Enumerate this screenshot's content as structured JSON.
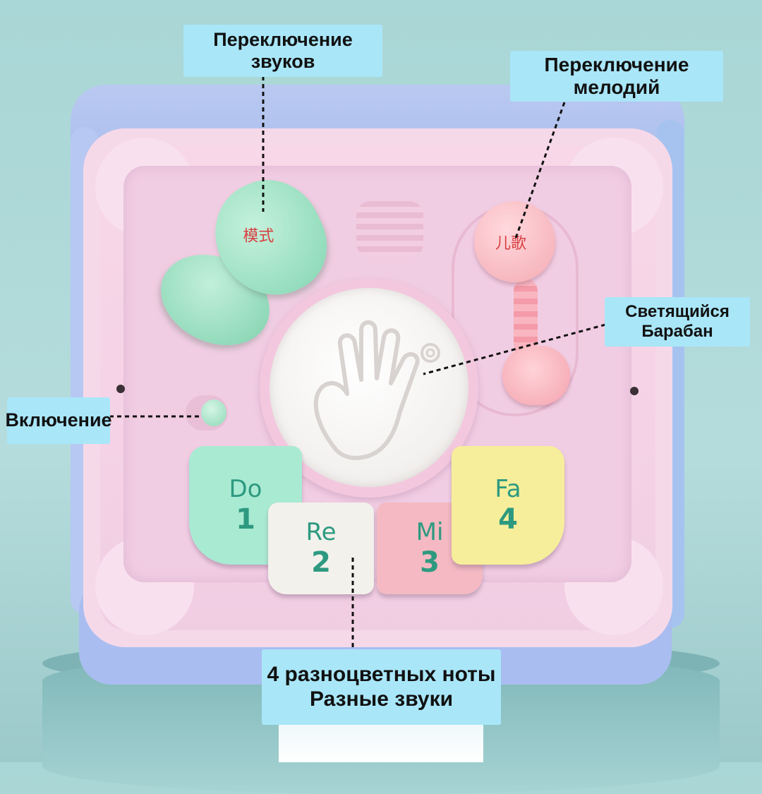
{
  "callouts": {
    "sound_switch": {
      "line1": "Переключение",
      "line2": "звуков"
    },
    "melody_switch": {
      "line1": "Переключение",
      "line2": "мелодий"
    },
    "drum": {
      "line1": "Светящийся",
      "line2": "Барабан"
    },
    "power": {
      "label": "Включение"
    },
    "notes": {
      "line1": "4 разноцветных ноты",
      "line2": "Разные звуки"
    }
  },
  "toy": {
    "mode_button_label": "模式",
    "song_button_label": "儿歌",
    "keys": [
      {
        "syllable": "Do",
        "number": "1",
        "color": "#a9ead3"
      },
      {
        "syllable": "Re",
        "number": "2",
        "color": "#f3f1ec"
      },
      {
        "syllable": "Mi",
        "number": "3",
        "color": "#f4b9c2"
      },
      {
        "syllable": "Fa",
        "number": "4",
        "color": "#f6ee9a"
      }
    ]
  },
  "colors": {
    "callout_bg": "#a9e6f8",
    "toy_face": "#f6d6e8",
    "toy_frame": "#a9bdf0",
    "background": "#b0d9d9"
  }
}
